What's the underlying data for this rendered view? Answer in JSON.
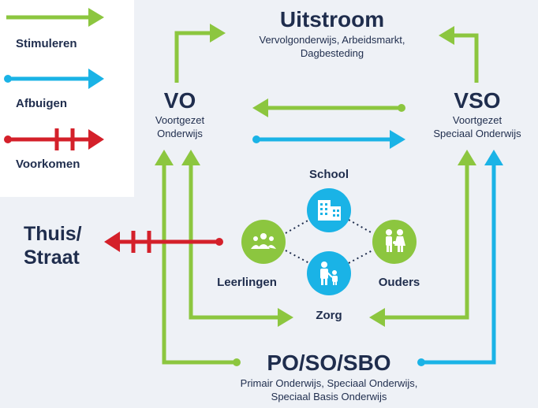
{
  "legend": {
    "stimuleren": "Stimuleren",
    "afbuigen": "Afbuigen",
    "voorkomen": "Voorkomen"
  },
  "uitstroom": {
    "title": "Uitstroom",
    "subtitle_line1": "Vervolgonderwijs, Arbeidsmarkt,",
    "subtitle_line2": "Dagbesteding"
  },
  "vo": {
    "title": "VO",
    "subtitle_line1": "Voortgezet",
    "subtitle_line2": "Onderwijs"
  },
  "vso": {
    "title": "VSO",
    "subtitle_line1": "Voortgezet",
    "subtitle_line2": "Speciaal Onderwijs"
  },
  "thuis": {
    "line1": "Thuis/",
    "line2": "Straat"
  },
  "hub": {
    "school": "School",
    "leerlingen": "Leerlingen",
    "ouders": "Ouders",
    "zorg": "Zorg"
  },
  "po": {
    "title": "PO/SO/SBO",
    "subtitle_line1": "Primair Onderwijs, Speciaal Onderwijs,",
    "subtitle_line2": "Speciaal Basis Onderwijs"
  },
  "colors": {
    "green": "#8cc63f",
    "blue": "#1ab3e6",
    "red": "#d4202a",
    "navy": "#1f2d4d"
  },
  "icons": {
    "school": "building-icon",
    "leerlingen": "group-icon",
    "ouders": "parents-icon",
    "zorg": "care-icon"
  }
}
